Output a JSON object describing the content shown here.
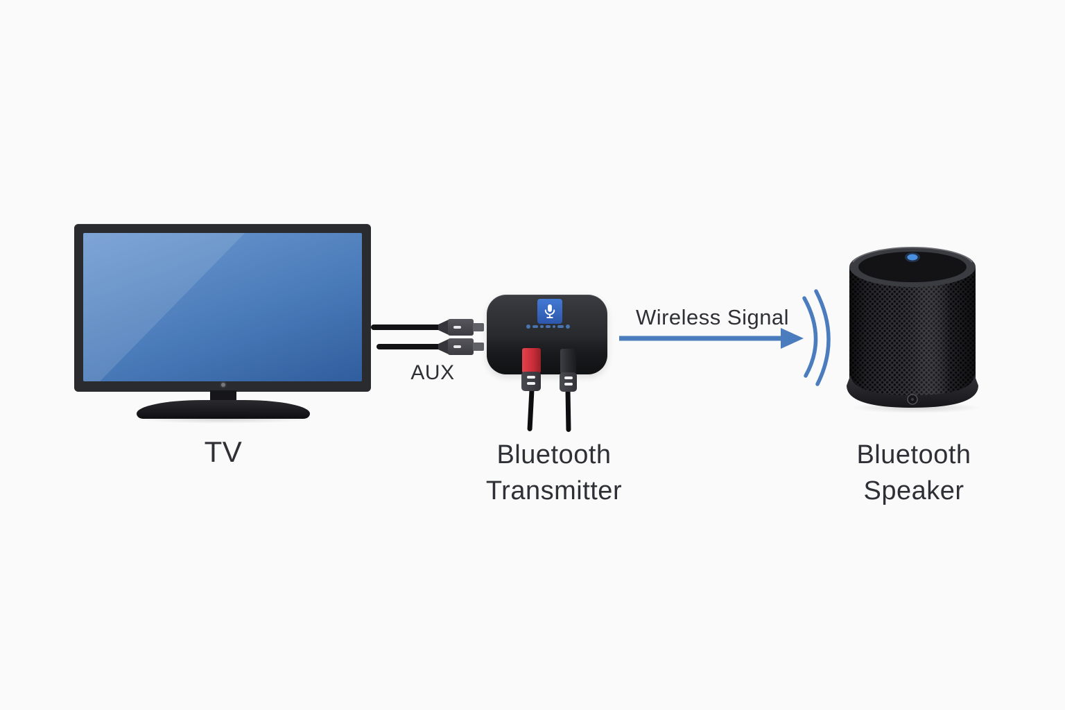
{
  "colors": {
    "background": "#fafafa",
    "text": "#2e3035",
    "accent_blue": "#4b7cbe",
    "led_blue": "#4a90e2",
    "plug_red": "#cc2e38",
    "screen_blue_top": "#6d99d0",
    "screen_blue_bottom": "#305d9d",
    "mic_tile_blue_top": "#4379d4",
    "mic_tile_blue_bottom": "#2d57ab"
  },
  "diagram": {
    "tv": {
      "label": "TV"
    },
    "aux_cable": {
      "label": "AUX"
    },
    "transmitter": {
      "label_line1": "Bluetooth",
      "label_line2": "Transmitter"
    },
    "wireless": {
      "label": "Wireless Signal"
    },
    "speaker": {
      "label_line1": "Bluetooth",
      "label_line2": "Speaker"
    }
  }
}
